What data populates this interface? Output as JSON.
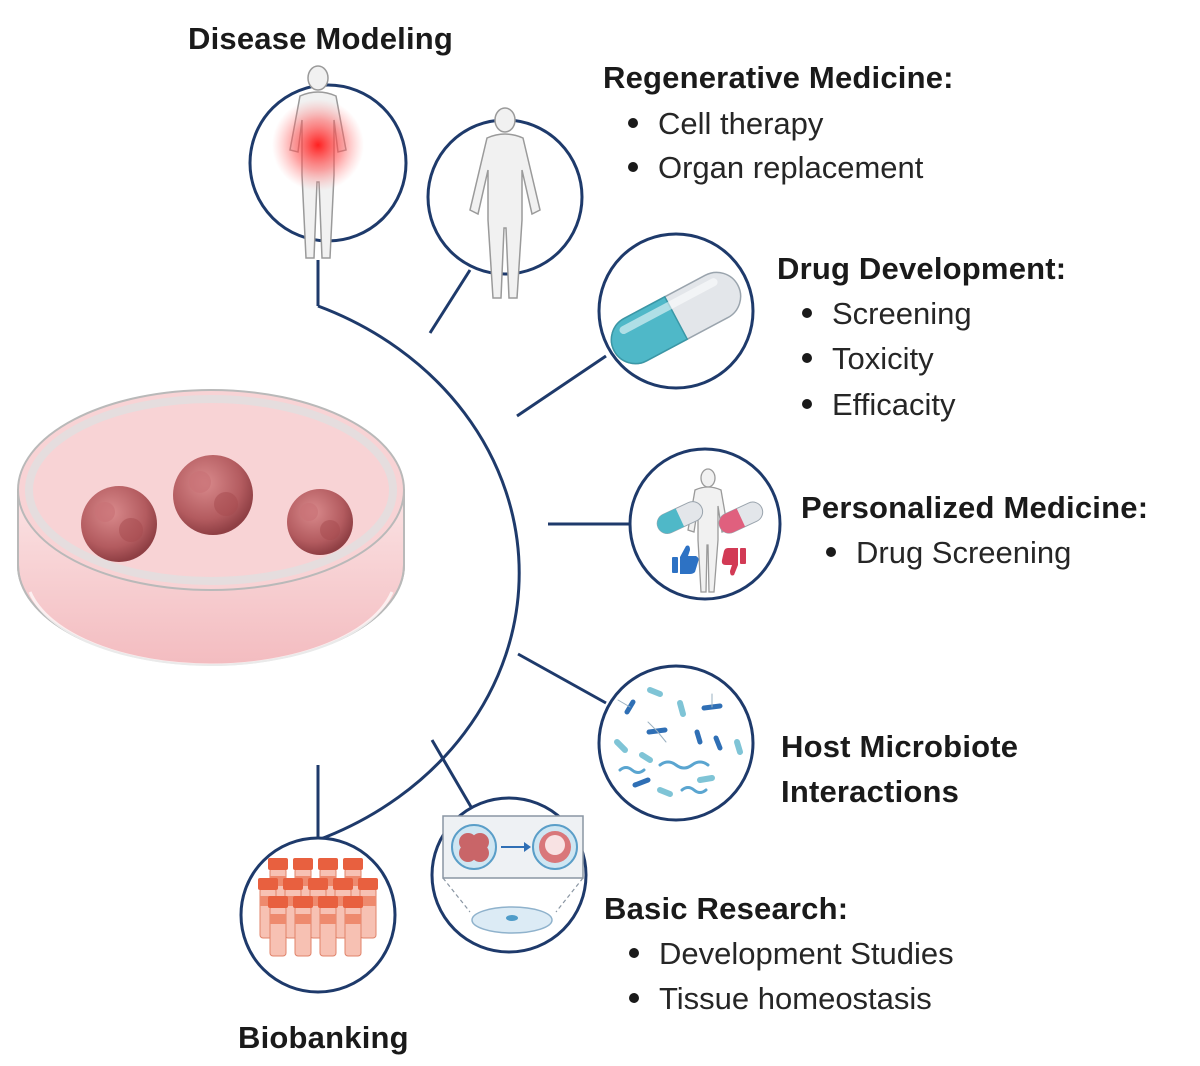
{
  "colors": {
    "line": "#1e3a6b",
    "dish_fill": "#f6c9cc",
    "organoid": "#b85c60",
    "capsule_teal": "#4fb8c8",
    "capsule_pink": "#e0607e",
    "thumb_up": "#2d72c4",
    "thumb_down": "#d23a55",
    "tube": "#e8603f"
  },
  "icons": [
    "human-body-disease-icon",
    "human-body-icon",
    "capsule-icon",
    "personalized-medicine-icon",
    "microbes-icon",
    "organoid-transfer-icon",
    "biobank-tubes-icon",
    "petri-dish-organoids-icon"
  ],
  "labels": {
    "disease_modeling": {
      "title": "Disease Modeling"
    },
    "regenerative_medicine": {
      "title": "Regenerative Medicine:",
      "items": [
        "Cell therapy",
        "Organ replacement"
      ]
    },
    "drug_development": {
      "title": "Drug Development:",
      "items": [
        "Screening",
        "Toxicity",
        "Efficacity"
      ]
    },
    "personalized_medicine": {
      "title": "Personalized Medicine:",
      "items": [
        "Drug Screening"
      ]
    },
    "host_microbiote": {
      "title_line1": "Host Microbiote",
      "title_line2": "Interactions"
    },
    "basic_research": {
      "title": "Basic Research:",
      "items": [
        "Development Studies",
        "Tissue homeostasis"
      ]
    },
    "biobanking": {
      "title": "Biobanking"
    }
  }
}
